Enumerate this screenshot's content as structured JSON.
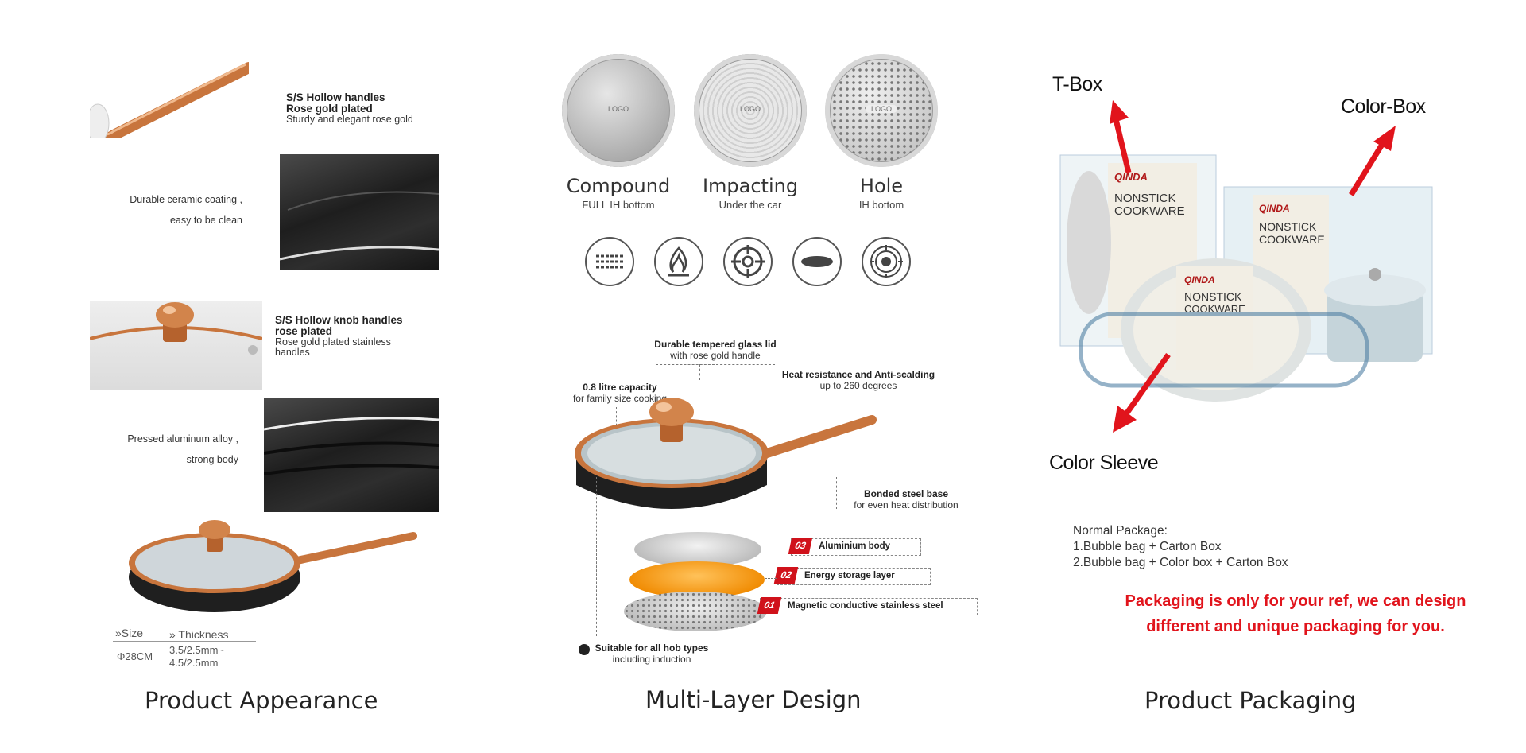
{
  "captions": {
    "appearance": "Product Appearance",
    "multilayer": "Multi-Layer Design",
    "packaging": "Product Packaging"
  },
  "appearance": {
    "handle_title1": "S/S Hollow  handles",
    "handle_title2": "Rose gold plated",
    "handle_sub": "Sturdy and elegant rose gold",
    "coating_line1": "Durable ceramic coating ,",
    "coating_line2": "easy to be clean",
    "knob_title1": "S/S Hollow  knob handles",
    "knob_title2": "rose plated",
    "knob_sub1": "Rose gold plated stainless",
    "knob_sub2": "handles",
    "body_line1": "Pressed aluminum alloy ,",
    "body_line2": "strong body",
    "spec_size_header": "»Size",
    "spec_thickness_header": "» Thickness",
    "spec_size_value": "Φ28CM",
    "spec_thickness_value1": "3.5/2.5mm~",
    "spec_thickness_value2": "4.5/2.5mm"
  },
  "bottoms": [
    {
      "name": "Compound",
      "sub": "FULL IH bottom",
      "logo": "LOGO"
    },
    {
      "name": "Impacting",
      "sub": "Under the car",
      "logo": "LOGO"
    },
    {
      "name": "Hole",
      "sub": "IH bottom",
      "logo": "LOGO"
    }
  ],
  "hob_icons": [
    "induction-coil-icon",
    "gas-flame-icon",
    "gas-burner-icon",
    "ceramic-plate-icon",
    "electric-hob-icon"
  ],
  "multilayer": {
    "lid_title": "Durable tempered glass lid",
    "lid_sub": "with rose gold handle",
    "capacity_title": "0.8 litre capacity",
    "capacity_sub": "for family size cooking",
    "heat_title": "Heat resistance and Anti-scalding",
    "heat_sub": "up to 260 degrees",
    "base_title": "Bonded steel base",
    "base_sub": "for even heat distribution",
    "layers": [
      {
        "num": "03",
        "label": "Aluminium body"
      },
      {
        "num": "02",
        "label": "Energy storage layer"
      },
      {
        "num": "01",
        "label": "Magnetic conductive stainless steel"
      }
    ],
    "hob_title": "Suitable for all hob types",
    "hob_sub": "including induction"
  },
  "packaging": {
    "tbox": "T-Box",
    "colorbox": "Color-Box",
    "colorsleeve": "Color Sleeve",
    "brand": "QINDA",
    "box_line1": "NONSTICK",
    "box_line2": "COOKWARE",
    "sleeve_line1": "NONSTICK",
    "sleeve_line2": "COOKWARE",
    "normal_title": "Normal Package:",
    "option1": "1.Bubble bag + Carton Box",
    "option2": "2.Bubble bag + Color box + Carton Box",
    "note_line1": "Packaging is only for your ref, we can design",
    "note_line2": "different and unique packaging for you."
  },
  "colors": {
    "rose_gold": "#c8753d",
    "accent_red": "#e1141c",
    "pan_black": "#1f1f1f"
  }
}
